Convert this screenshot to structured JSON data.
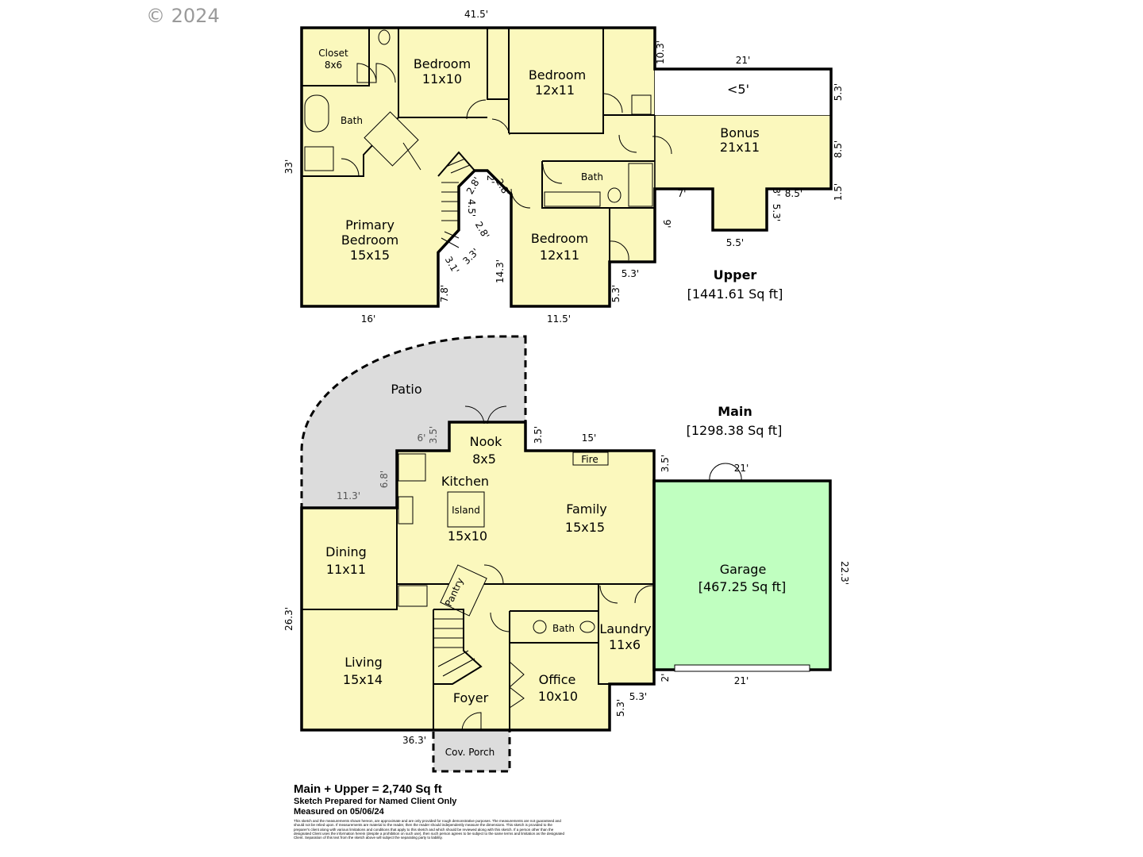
{
  "copyright": "© 2024",
  "upper": {
    "title": "Upper",
    "area": "[1441.61 Sq ft]",
    "rooms": {
      "closet": {
        "name": "Closet",
        "size": "8x6"
      },
      "bedroom1": {
        "name": "Bedroom",
        "size": "11x10"
      },
      "bedroom2": {
        "name": "Bedroom",
        "size": "12x11"
      },
      "bath_primary": {
        "name": "Bath"
      },
      "bonus": {
        "name": "Bonus",
        "size": "21x11"
      },
      "low_ceiling": {
        "name": "<5'"
      },
      "bath_hall": {
        "name": "Bath"
      },
      "primary": {
        "name": "Primary",
        "name2": "Bedroom",
        "size": "15x15"
      },
      "bedroom3": {
        "name": "Bedroom",
        "size": "12x11"
      }
    },
    "dims": {
      "top": "41.5'",
      "left": "33'",
      "bottom_left": "16'",
      "bottom_mid": "11.5'",
      "notch_a": "10.3'",
      "bonus_top": "21'",
      "bonus_r1": "5.3'",
      "bonus_r2": "8.5'",
      "bonus_r3": "1.5'",
      "bonus_b1": "7'",
      "bonus_b2": "8.5'",
      "bay_w": "5.5'",
      "bay_r1": "5.3'",
      "bay_r2": "3'",
      "bed_r": "9'",
      "step_h": "5.3'",
      "step_v": "5.3'",
      "stair_a": "2.8'",
      "stair_b": "2'",
      "stair_c": "2.8'",
      "stair_d": "4.5'",
      "stair_e": "2.8'",
      "stair_f": "3.3'",
      "stair_g": "3.1'",
      "stair_h": "7.8'",
      "stair_i": "14.3'"
    }
  },
  "main": {
    "title": "Main",
    "area": "[1298.38 Sq ft]",
    "rooms": {
      "patio": {
        "name": "Patio"
      },
      "nook": {
        "name": "Nook",
        "size": "8x5"
      },
      "kitchen": {
        "name": "Kitchen",
        "size": "15x10"
      },
      "island": {
        "name": "Island"
      },
      "family": {
        "name": "Family",
        "size": "15x15"
      },
      "fire": {
        "name": "Fire"
      },
      "dining": {
        "name": "Dining",
        "size": "11x11"
      },
      "pantry": {
        "name": "Pantry"
      },
      "bath": {
        "name": "Bath"
      },
      "laundry": {
        "name": "Laundry",
        "size": "11x6"
      },
      "living": {
        "name": "Living",
        "size": "15x14"
      },
      "office": {
        "name": "Office",
        "size": "10x10"
      },
      "foyer": {
        "name": "Foyer"
      },
      "porch": {
        "name": "Cov. Porch"
      },
      "garage": {
        "name": "Garage",
        "area": "[467.25 Sq ft]"
      }
    },
    "dims": {
      "patio_a": "6'",
      "patio_b": "3.5'",
      "patio_c": "6.8'",
      "patio_d": "11.3'",
      "nook_r": "3.5'",
      "family_top": "15'",
      "family_r": "3.5'",
      "garage_top": "21'",
      "garage_r": "22.3'",
      "garage_bot": "21'",
      "garage_step": "2'",
      "left": "26.3'",
      "bottom": "36.3'",
      "step_h": "5.3'",
      "step_v": "5.3'"
    }
  },
  "summary": {
    "total": "Main + Upper = 2,740 Sq ft",
    "prepared": "Sketch Prepared for Named Client Only",
    "measured": "Measured on 05/06/24",
    "disclaimer": "This sketch and the measurements shown hereon, are approximate and are only provided for rough demonstrative purposes. The measurements are not guaranteed and should not be relied upon. If measurements are material to the reader, then the reader should independently measure the dimensions. This sketch is provided to the preparer's client along with various limitations and conditions that apply to this sketch and which should be reviewed along with this sketch. If a person other than the designated Client uses the information herein (despite a prohibition on such use), then such person agrees to be subject to the same terms and limitation as the designated Client. Separation of this text from the sketch above will subject the separating party to liability."
  }
}
